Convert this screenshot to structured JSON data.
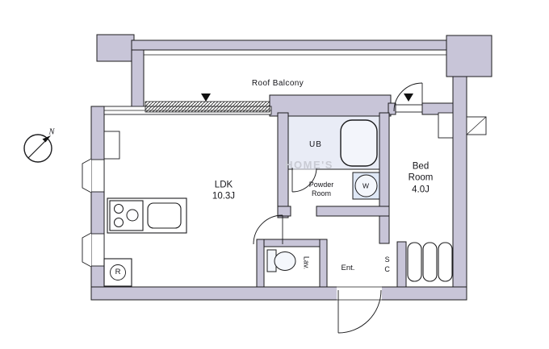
{
  "plan": {
    "labels": {
      "roof_balcony": "Roof Balcony",
      "ldk": "LDK\n10.3J",
      "bedroom": "Bed\nRoom\n4.0J",
      "ub": "UB",
      "powder_room": "Powder\nRoom",
      "washer": "W",
      "lavatory": "Lav.",
      "entrance": "Ent.",
      "shoe_closet": "SC",
      "refrigerator": "R",
      "compass_north": "N"
    },
    "watermark": "HOME'S",
    "colors": {
      "wall": "#c8c5d8",
      "line": "#1c1c1e",
      "wet_area": "#e9ecf6",
      "fixture_blue": "#dfe8f6",
      "bath_fill": "#f3f5fb"
    }
  }
}
